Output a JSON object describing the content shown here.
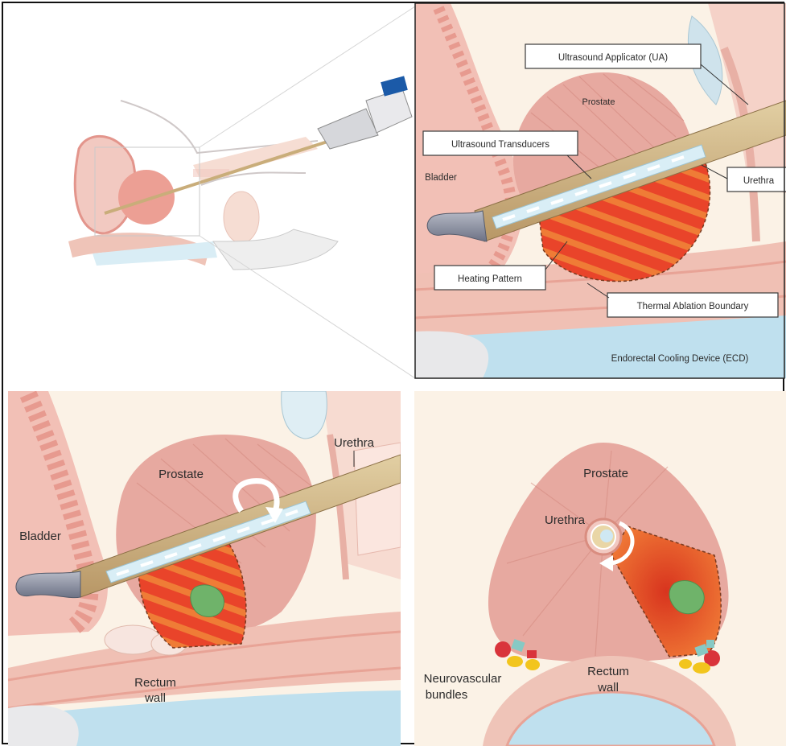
{
  "panels": {
    "top_right": {
      "labels": {
        "ultrasound_applicator": "Ultrasound Applicator (UA)",
        "prostate": "Prostate",
        "ultrasound_transducers": "Ultrasound Transducers",
        "bladder": "Bladder",
        "urethra": "Urethra",
        "heating_pattern": "Heating Pattern",
        "thermal_ablation_boundary": "Thermal Ablation Boundary",
        "endorectal_cooling_device": "Endorectal Cooling Device (ECD)"
      }
    },
    "bottom_left": {
      "labels": {
        "urethra": "Urethra",
        "prostate": "Prostate",
        "bladder": "Bladder",
        "rectum": "Rectum",
        "wall": "wall"
      }
    },
    "bottom_right": {
      "labels": {
        "prostate": "Prostate",
        "urethra": "Urethra",
        "neurovascular": "Neurovascular",
        "bundles": "bundles",
        "rectum": "Rectum",
        "wall": "wall"
      }
    }
  },
  "colors": {
    "tissue_pink": "#e7a9a0",
    "tissue_light": "#f6ddd3",
    "background_cream": "#fbf2e6",
    "heating_red": "#e9442a",
    "heating_orange": "#f08a3a",
    "applicator_tan": "#c9ad7a",
    "cooling_blue": "#bfe0ee",
    "tumor_green": "#6fb36a"
  }
}
